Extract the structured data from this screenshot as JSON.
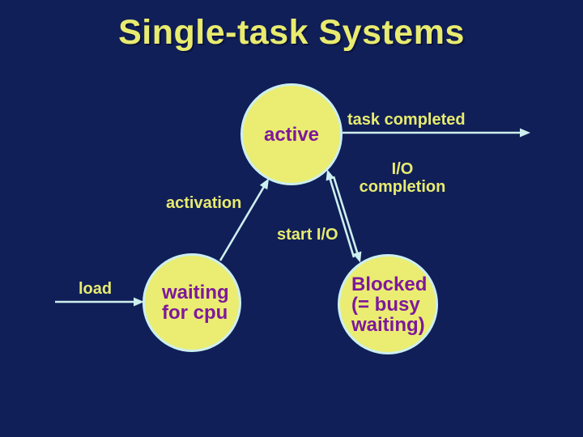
{
  "slide": {
    "title": "Single-task Systems"
  },
  "colors": {
    "background": "#101f58",
    "title_text": "#e8eb6f",
    "label_text": "#e8eb6f",
    "node_fill": "#eaed71",
    "node_border": "#cdefef",
    "node_text": "#7e189c",
    "arrow": "#cdefef"
  },
  "nodes": {
    "active": {
      "label": "active"
    },
    "waiting": {
      "line1": "waiting",
      "line2": "for cpu"
    },
    "blocked": {
      "line1": "Blocked",
      "line2": "(= busy",
      "line3": "waiting)"
    }
  },
  "labels": {
    "load": "load",
    "activation": "activation",
    "task_completed": "task completed",
    "start_io": "start I/O",
    "io_completion_line1": "I/O",
    "io_completion_line2": "completion"
  }
}
